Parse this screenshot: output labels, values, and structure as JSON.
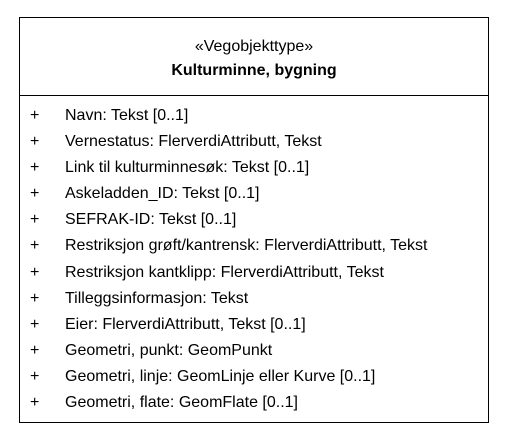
{
  "class": {
    "stereotype": "«Vegobjekttype»",
    "name": "Kulturminne, bygning",
    "attributes": [
      {
        "visibility": "+",
        "text": "Navn: Tekst [0..1]"
      },
      {
        "visibility": "+",
        "text": "Vernestatus: FlerverdiAttributt, Tekst"
      },
      {
        "visibility": "+",
        "text": "Link til kulturminnesøk: Tekst [0..1]"
      },
      {
        "visibility": "+",
        "text": "Askeladden_ID: Tekst [0..1]"
      },
      {
        "visibility": "+",
        "text": "SEFRAK-ID: Tekst [0..1]"
      },
      {
        "visibility": "+",
        "text": "Restriksjon grøft/kantrensk: FlerverdiAttributt, Tekst"
      },
      {
        "visibility": "+",
        "text": "Restriksjon kantklipp: FlerverdiAttributt, Tekst"
      },
      {
        "visibility": "+",
        "text": "Tilleggsinformasjon: Tekst"
      },
      {
        "visibility": "+",
        "text": "Eier: FlerverdiAttributt, Tekst [0..1]"
      },
      {
        "visibility": "+",
        "text": "Geometri, punkt: GeomPunkt"
      },
      {
        "visibility": "+",
        "text": "Geometri, linje: GeomLinje eller Kurve [0..1]"
      },
      {
        "visibility": "+",
        "text": "Geometri, flate: GeomFlate [0..1]"
      }
    ]
  }
}
